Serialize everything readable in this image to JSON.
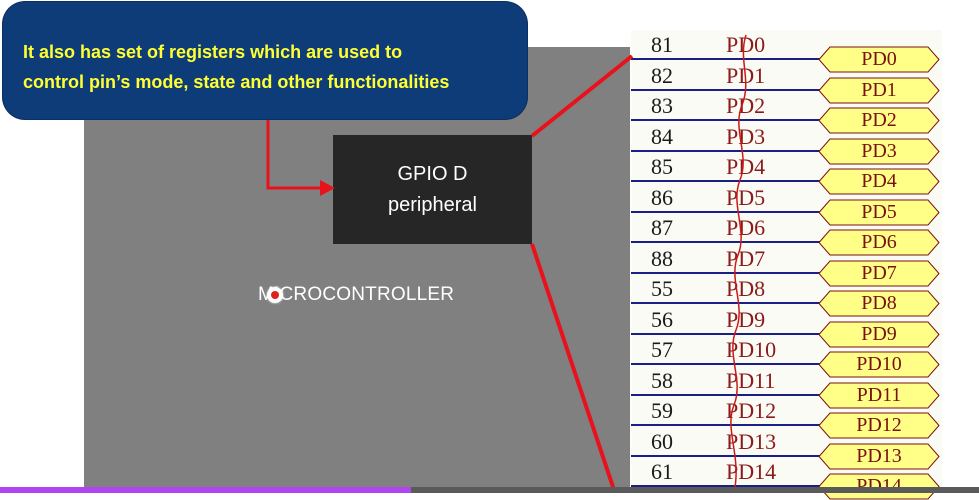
{
  "callout": {
    "line1": "It also has set of registers which are used to",
    "line2": "control pin’s mode, state and other functionalities"
  },
  "gpio_box": {
    "line1": "GPIO D",
    "line2": "peripheral"
  },
  "mcu_label": "MICROCONTROLLER",
  "pins": [
    {
      "num": "81",
      "name": "PD0"
    },
    {
      "num": "82",
      "name": "PD1"
    },
    {
      "num": "83",
      "name": "PD2"
    },
    {
      "num": "84",
      "name": "PD3"
    },
    {
      "num": "85",
      "name": "PD4"
    },
    {
      "num": "86",
      "name": "PD5"
    },
    {
      "num": "87",
      "name": "PD6"
    },
    {
      "num": "88",
      "name": "PD7"
    },
    {
      "num": "55",
      "name": "PD8"
    },
    {
      "num": "56",
      "name": "PD9"
    },
    {
      "num": "57",
      "name": "PD10"
    },
    {
      "num": "58",
      "name": "PD11"
    },
    {
      "num": "59",
      "name": "PD12"
    },
    {
      "num": "60",
      "name": "PD13"
    },
    {
      "num": "61",
      "name": "PD14"
    }
  ],
  "port_tags": [
    "PD0",
    "PD1",
    "PD2",
    "PD3",
    "PD4",
    "PD5",
    "PD6",
    "PD7",
    "PD8",
    "PD9",
    "PD10",
    "PD11",
    "PD12",
    "PD13",
    "PD14"
  ],
  "colors": {
    "callout_bg": "#0e3c78",
    "callout_text": "#ffff33",
    "mcu_body": "#808080",
    "gpio_box": "#262626",
    "arrow": "#e8121b",
    "pin_name": "#8b1a1a",
    "net_line": "#1b1f85",
    "tag_fill": "#ffff88"
  }
}
